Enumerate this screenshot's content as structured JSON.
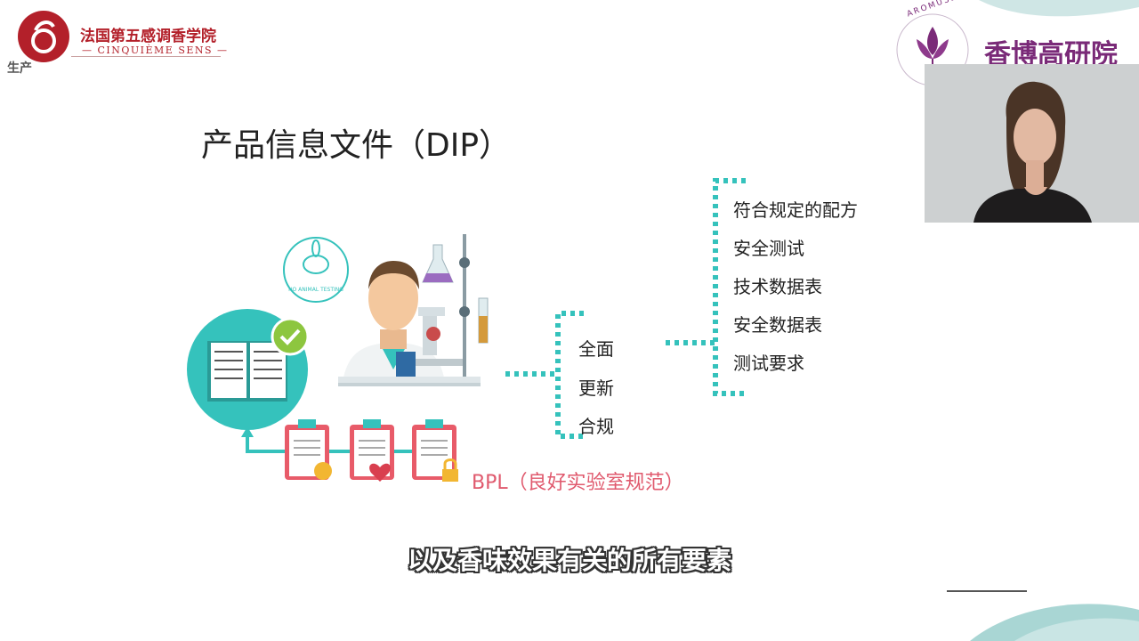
{
  "logo": {
    "title": "法国第五感调香学院",
    "subtitle": "— CINQUIÈME SENS —",
    "section": "生产"
  },
  "brand": {
    "name": "香博高研院",
    "ring_text": "AROMUSEUM"
  },
  "slide": {
    "title": "产品信息文件（DIP）",
    "badge_text": "NO ANIMAL TESTING",
    "mid_items": [
      "全面",
      "更新",
      "合规"
    ],
    "right_items": [
      "符合规定的配方",
      "安全测试",
      "技术数据表",
      "安全数据表",
      "测试要求"
    ],
    "bpl_label": "BPL（良好实验室规范）"
  },
  "subtitle": "以及香味效果有关的所有要素",
  "colors": {
    "teal": "#35c2bc",
    "red_brand": "#b3202a",
    "purple_brand": "#7a2a78",
    "pink": "#e05a6e"
  }
}
